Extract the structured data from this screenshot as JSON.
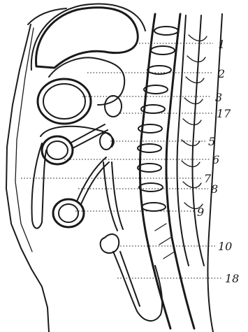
{
  "figure": {
    "labels": [
      "1",
      "2",
      "3",
      "17",
      "5",
      "6",
      "7",
      "8",
      "9",
      "10",
      "18"
    ]
  }
}
